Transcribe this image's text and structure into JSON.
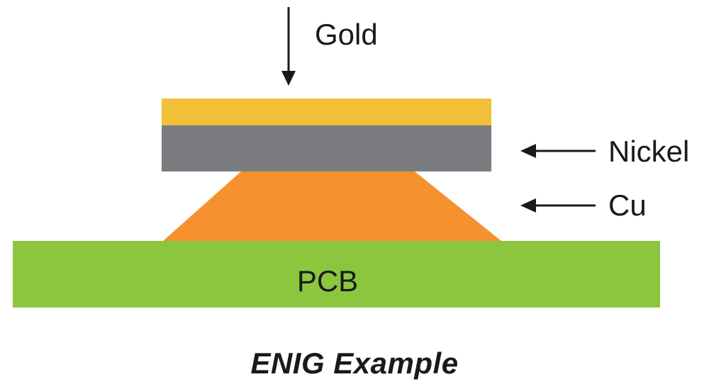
{
  "diagram": {
    "caption": "ENIG Example",
    "layers": {
      "gold": {
        "label": "Gold",
        "color": "#f2bf38"
      },
      "nickel": {
        "label": "Nickel",
        "color": "#7a7c80"
      },
      "copper": {
        "label": "Cu",
        "color": "#f5922f"
      },
      "pcb": {
        "label": "PCB",
        "color": "#8cc63f"
      }
    },
    "arrow_color": "#1a1a1a",
    "icons": {
      "gold_arrow": "arrow-down-icon",
      "nickel_arrow": "arrow-left-icon",
      "copper_arrow": "arrow-left-icon"
    }
  }
}
